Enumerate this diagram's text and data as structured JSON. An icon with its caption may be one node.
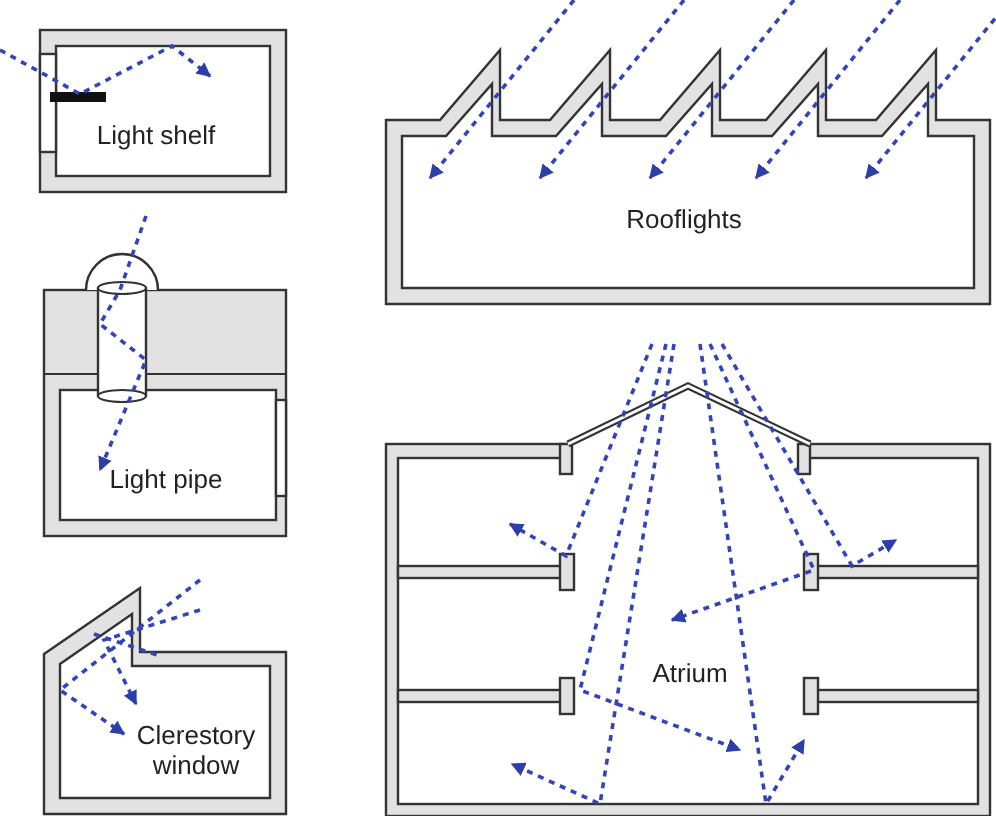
{
  "diagram": {
    "labels": [
      "Light shelf",
      "Light pipe",
      "Clerestory window",
      "Rooflights",
      "Atrium"
    ]
  }
}
